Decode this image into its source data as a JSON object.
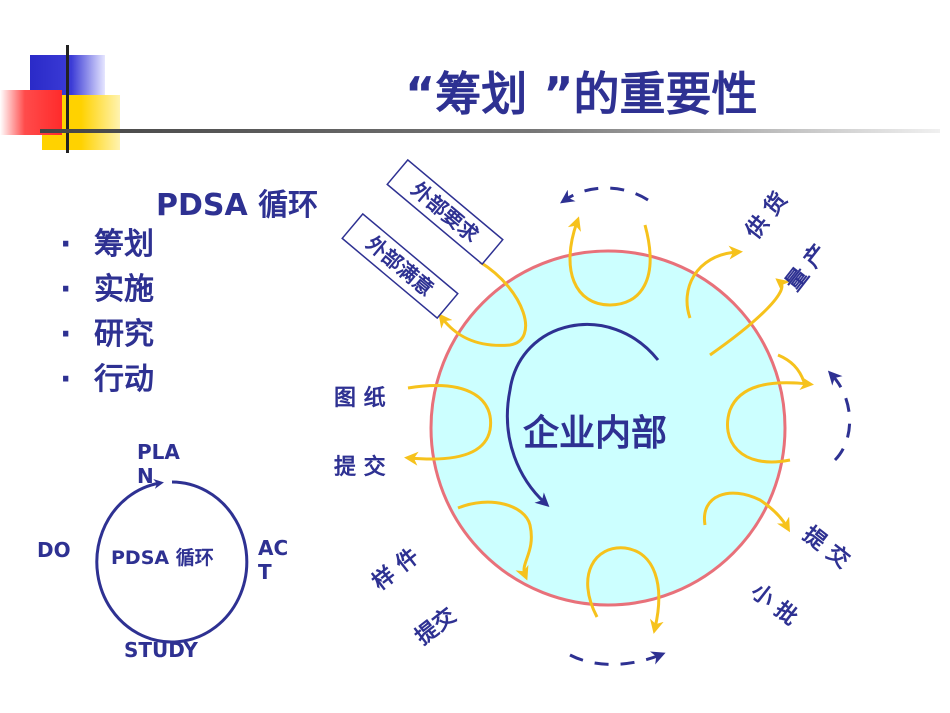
{
  "slide": {
    "title": "“筹划 ”的重要性",
    "pdsa_heading": "PDSA 循环",
    "bullet_marker": "·",
    "bullets": [
      "筹划",
      "实施",
      "研究",
      "行动"
    ]
  },
  "small_cycle": {
    "center": "PDSA 循环",
    "plan": "PLAN",
    "do": "DO",
    "study": "STUDY",
    "act": "ACT"
  },
  "big_cycle": {
    "center": "企业内部",
    "box1": "外部要求",
    "box2": "外部满意",
    "drawing_submit_1": "图 纸",
    "drawing_submit_2": "提 交",
    "sample_1": "样 件",
    "sample_2": "提交",
    "small_batch_1": "提 交",
    "small_batch_2": "小 批",
    "mass_1": "量 产",
    "mass_2": "供 货"
  },
  "colors": {
    "navy": "#2e3192",
    "circle_fill": "#ccffff",
    "circle_stroke": "#e8717a",
    "loop": "#f6c21c",
    "deco_blue": "#3333cc",
    "deco_red": "#ff3333",
    "deco_yellow": "#ffcc00"
  }
}
